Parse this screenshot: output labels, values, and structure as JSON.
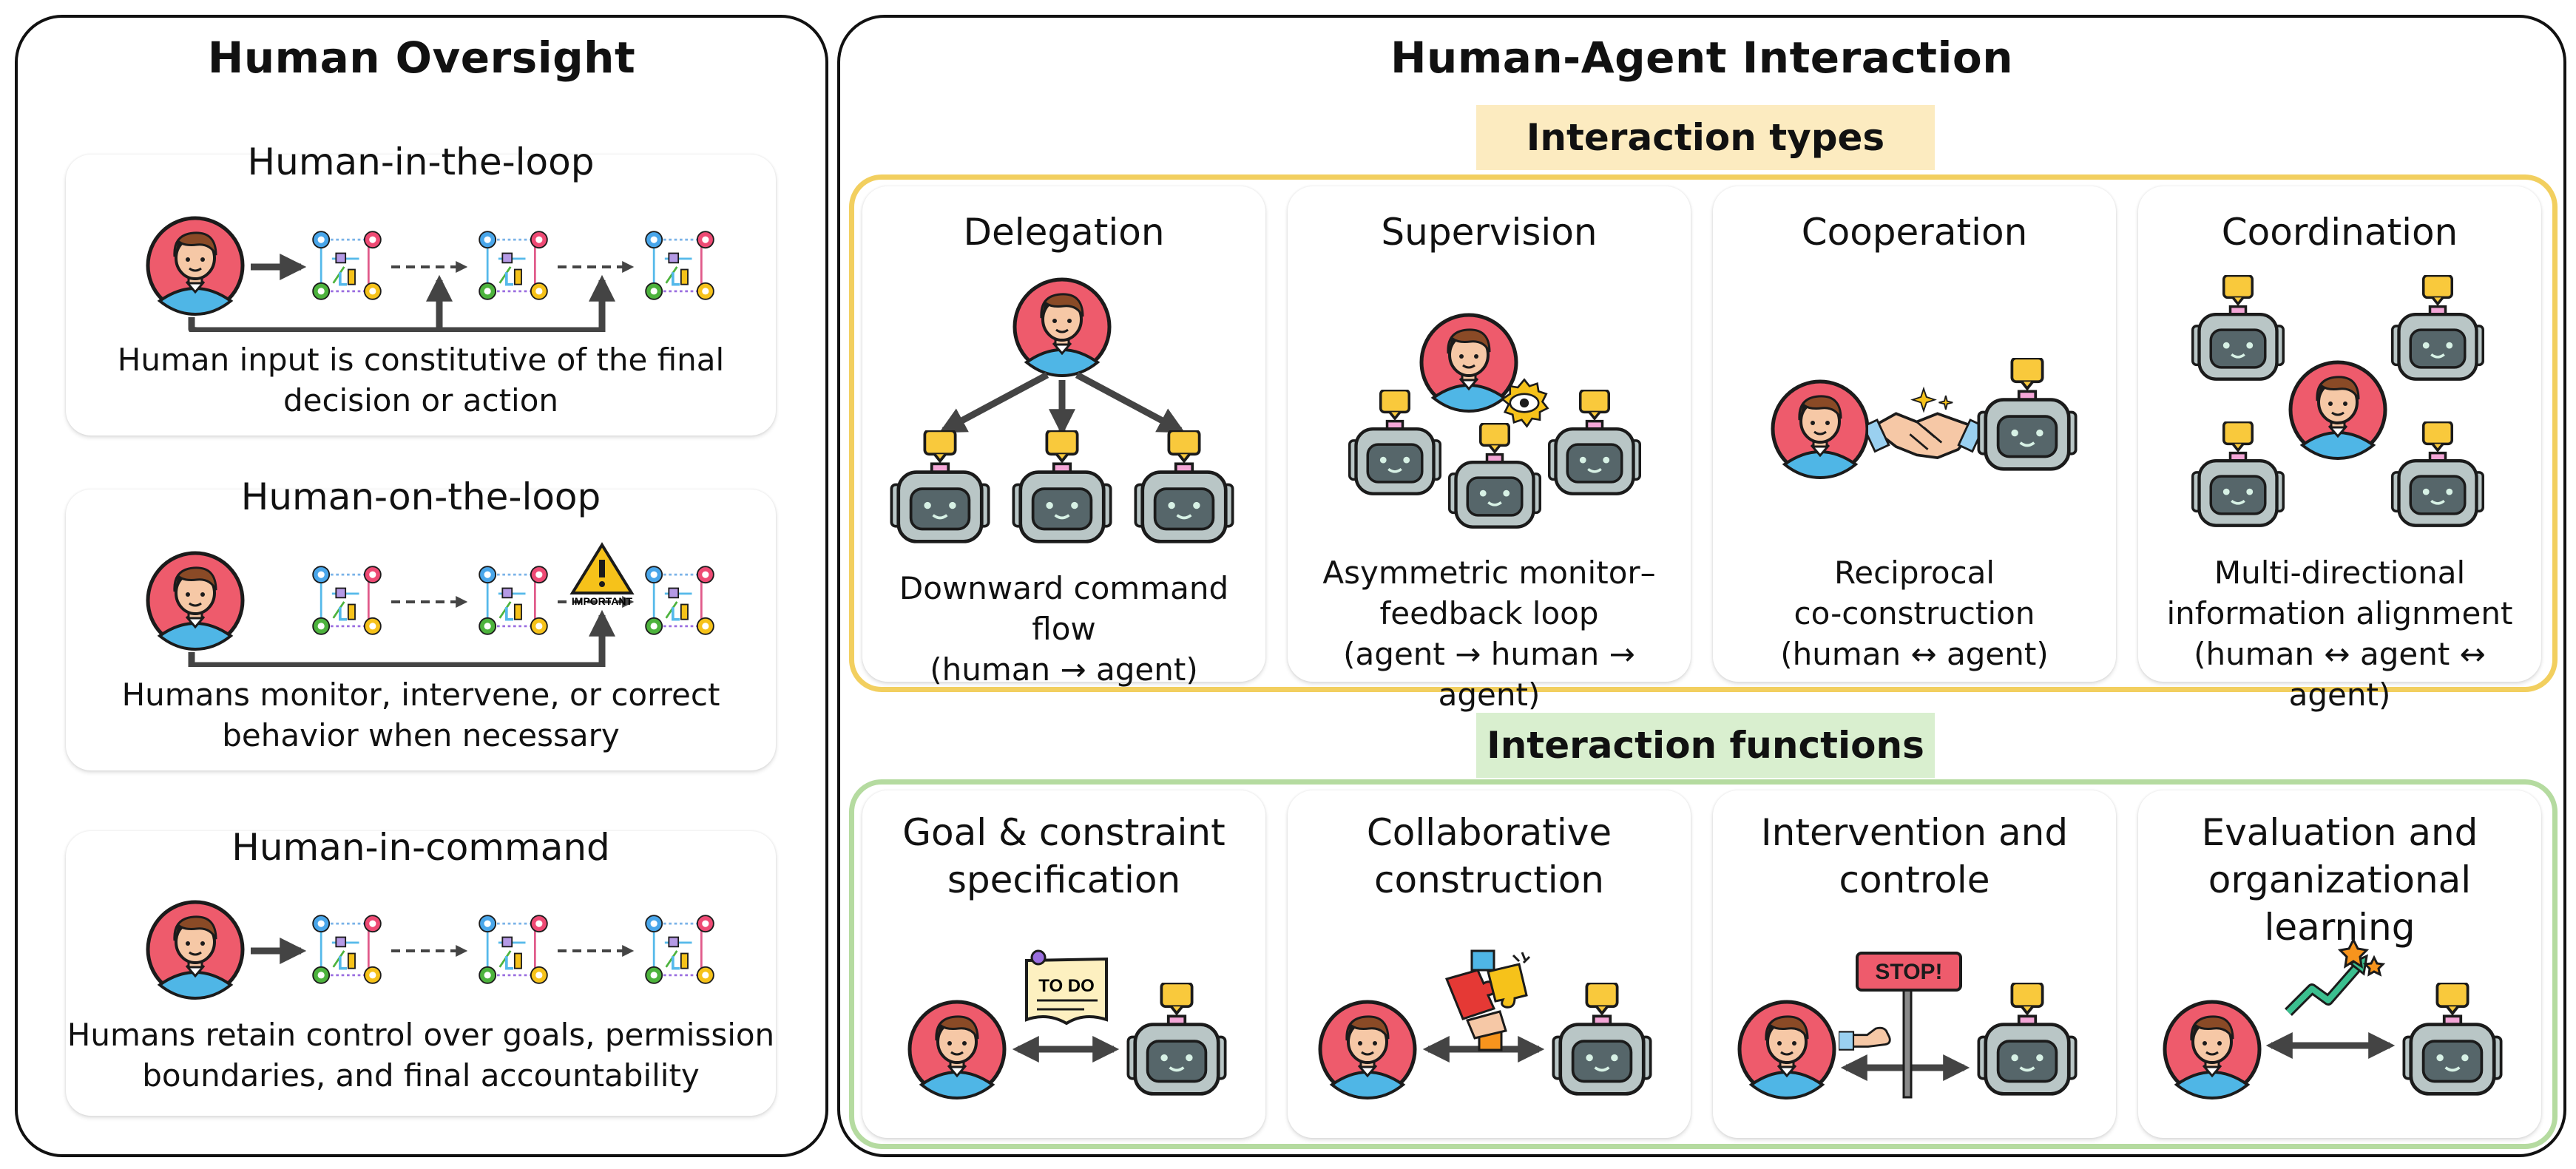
{
  "oversight": {
    "title": "Human Oversight",
    "cards": [
      {
        "title": "Human-in-the-loop",
        "desc": [
          "Human input is constitutive of the final",
          "decision or action"
        ]
      },
      {
        "title": "Human-on-the-loop",
        "desc": [
          "Humans monitor, intervene, or correct",
          "behavior when necessary"
        ],
        "badge": "IMPORTANT"
      },
      {
        "title": "Human-in-command",
        "desc": [
          "Humans retain control over goals, permission",
          "boundaries, and final accountability"
        ]
      }
    ]
  },
  "interaction": {
    "title": "Human-Agent Interaction",
    "types": {
      "label": "Interaction types",
      "cards": [
        {
          "title": "Delegation",
          "desc": [
            "Downward command flow",
            "(human → agent)"
          ]
        },
        {
          "title": "Supervision",
          "desc": [
            "Asymmetric monitor–",
            "feedback loop",
            "(agent → human → agent)"
          ]
        },
        {
          "title": "Cooperation",
          "desc": [
            "Reciprocal",
            "co-construction",
            "(human ↔ agent)"
          ]
        },
        {
          "title": "Coordination",
          "desc": [
            "Multi-directional",
            "information alignment",
            "(human ↔ agent ↔ agent)"
          ]
        }
      ]
    },
    "functions": {
      "label": "Interaction functions",
      "cards": [
        {
          "title": [
            "Goal & constraint",
            "specification"
          ],
          "badge": "TO DO"
        },
        {
          "title": [
            "Collaborative",
            "construction"
          ]
        },
        {
          "title": [
            "Intervention and",
            "controle"
          ],
          "badge": "STOP!"
        },
        {
          "title": [
            "Evaluation and",
            "organizational learning"
          ]
        }
      ]
    }
  },
  "colors": {
    "types_border": "#f2cf5f",
    "types_label_bg": "#fcebc0",
    "functions_border": "#b5dba0",
    "functions_label_bg": "#d9efcf",
    "avatar_bg": "#ee5b6c",
    "robot_body": "#b9c6c6",
    "robot_face": "#56666a",
    "bubble": "#f9c93c"
  }
}
